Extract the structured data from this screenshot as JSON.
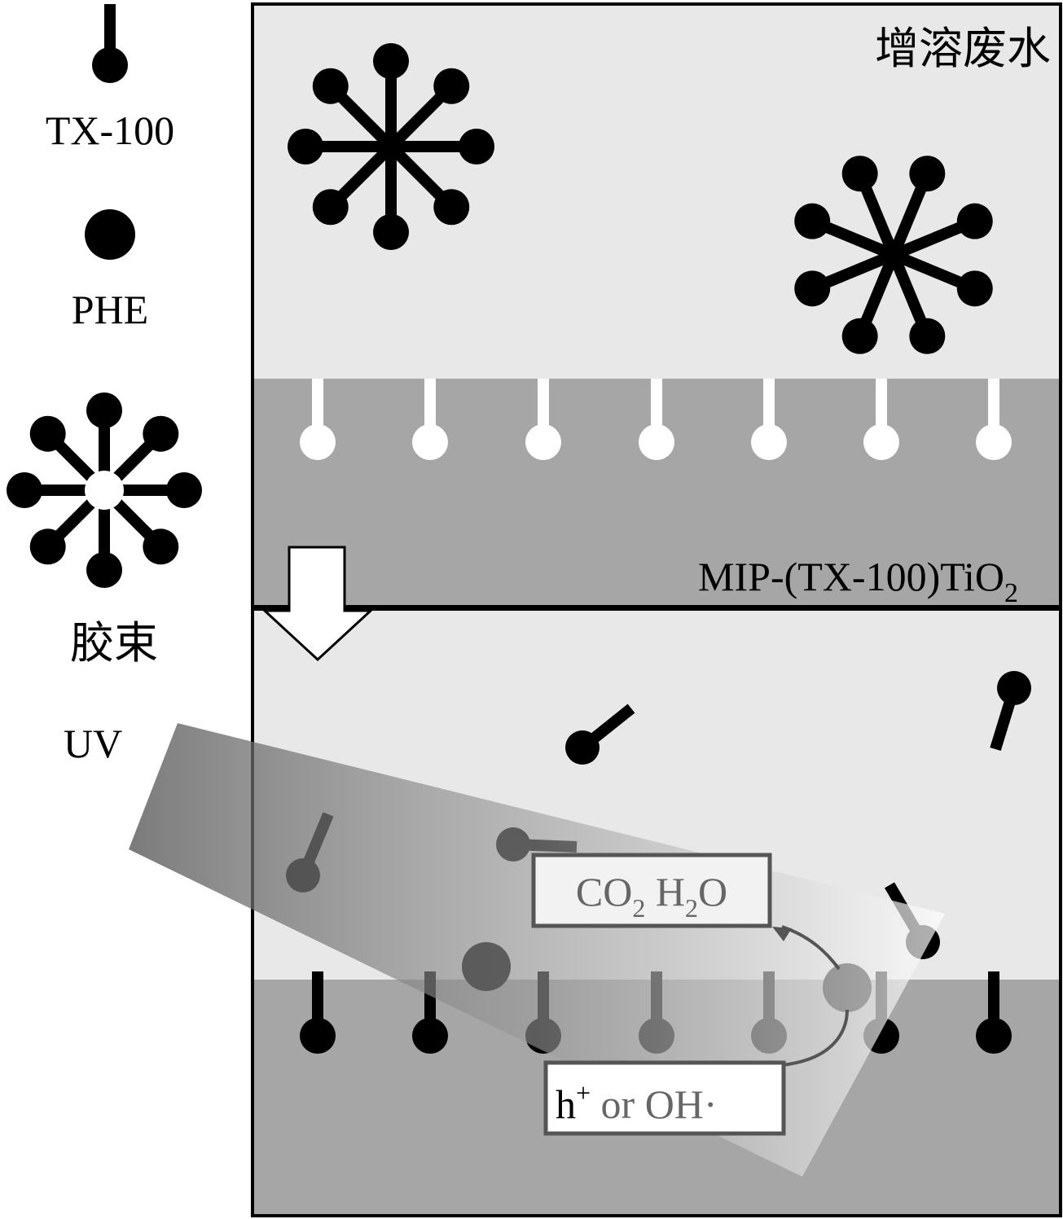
{
  "legend": {
    "tx100_label": "TX-100",
    "phe_label": "PHE",
    "micelle_label": "胶束",
    "uv_label": "UV"
  },
  "top_panel": {
    "title": "增溶废水",
    "layer_label_main": "MIP-(TX-100)TiO",
    "layer_label_sub": "2"
  },
  "bottom_panel": {
    "products_label": [
      "CO",
      "2",
      " H",
      "2",
      "O"
    ],
    "oxidant_label": {
      "h": "h",
      "plus": "+",
      "rest": " or OH·"
    }
  },
  "colors": {
    "solution": "#e8e8e8",
    "layer": "#a6a6a6",
    "ink": "#000000",
    "products_gray": "#666666"
  }
}
